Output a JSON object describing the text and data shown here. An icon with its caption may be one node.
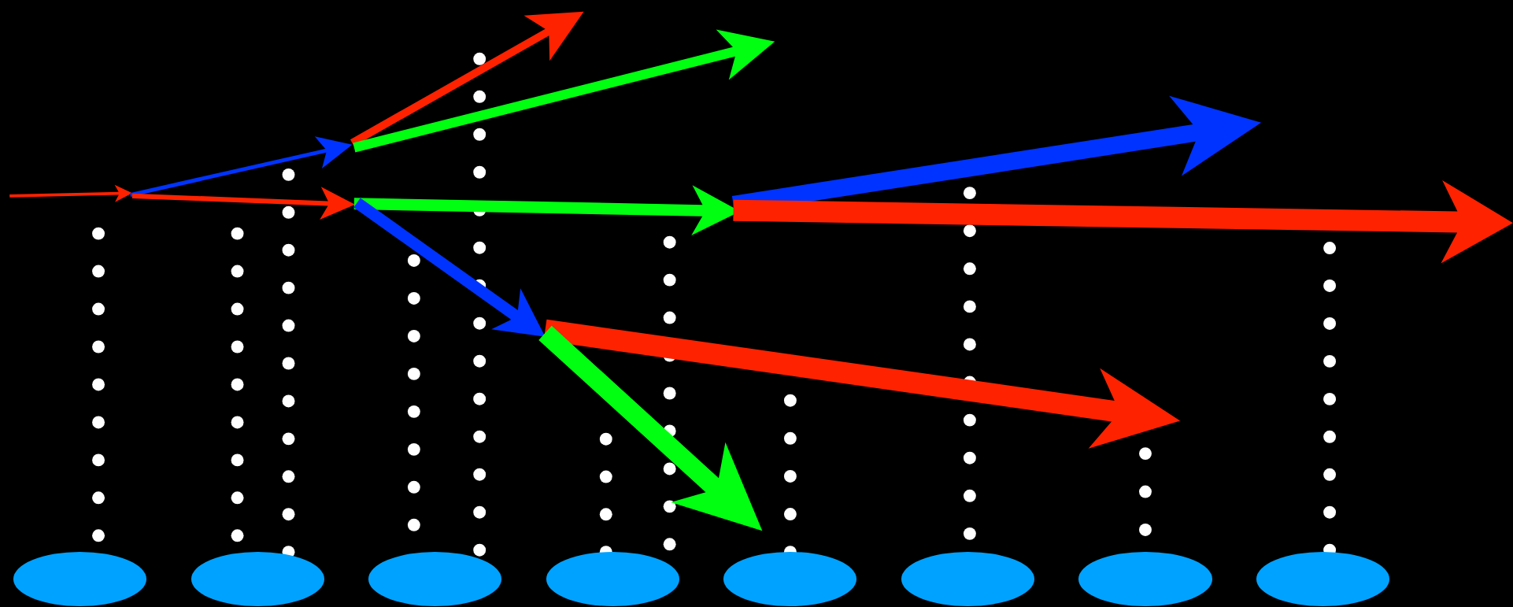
{
  "diagram": {
    "nodes": [
      {
        "text": [],
        "shape": "ellipse"
      },
      {
        "text": [],
        "shape": "ellipse"
      },
      {
        "text": [],
        "shape": "ellipse"
      },
      {
        "text": [],
        "shape": "ellipse"
      },
      {
        "text": [],
        "shape": "ellipse"
      },
      {
        "text": [],
        "shape": "ellipse"
      },
      {
        "text": [],
        "shape": "ellipse"
      },
      {
        "text": [],
        "shape": "ellipse"
      }
    ]
  }
}
